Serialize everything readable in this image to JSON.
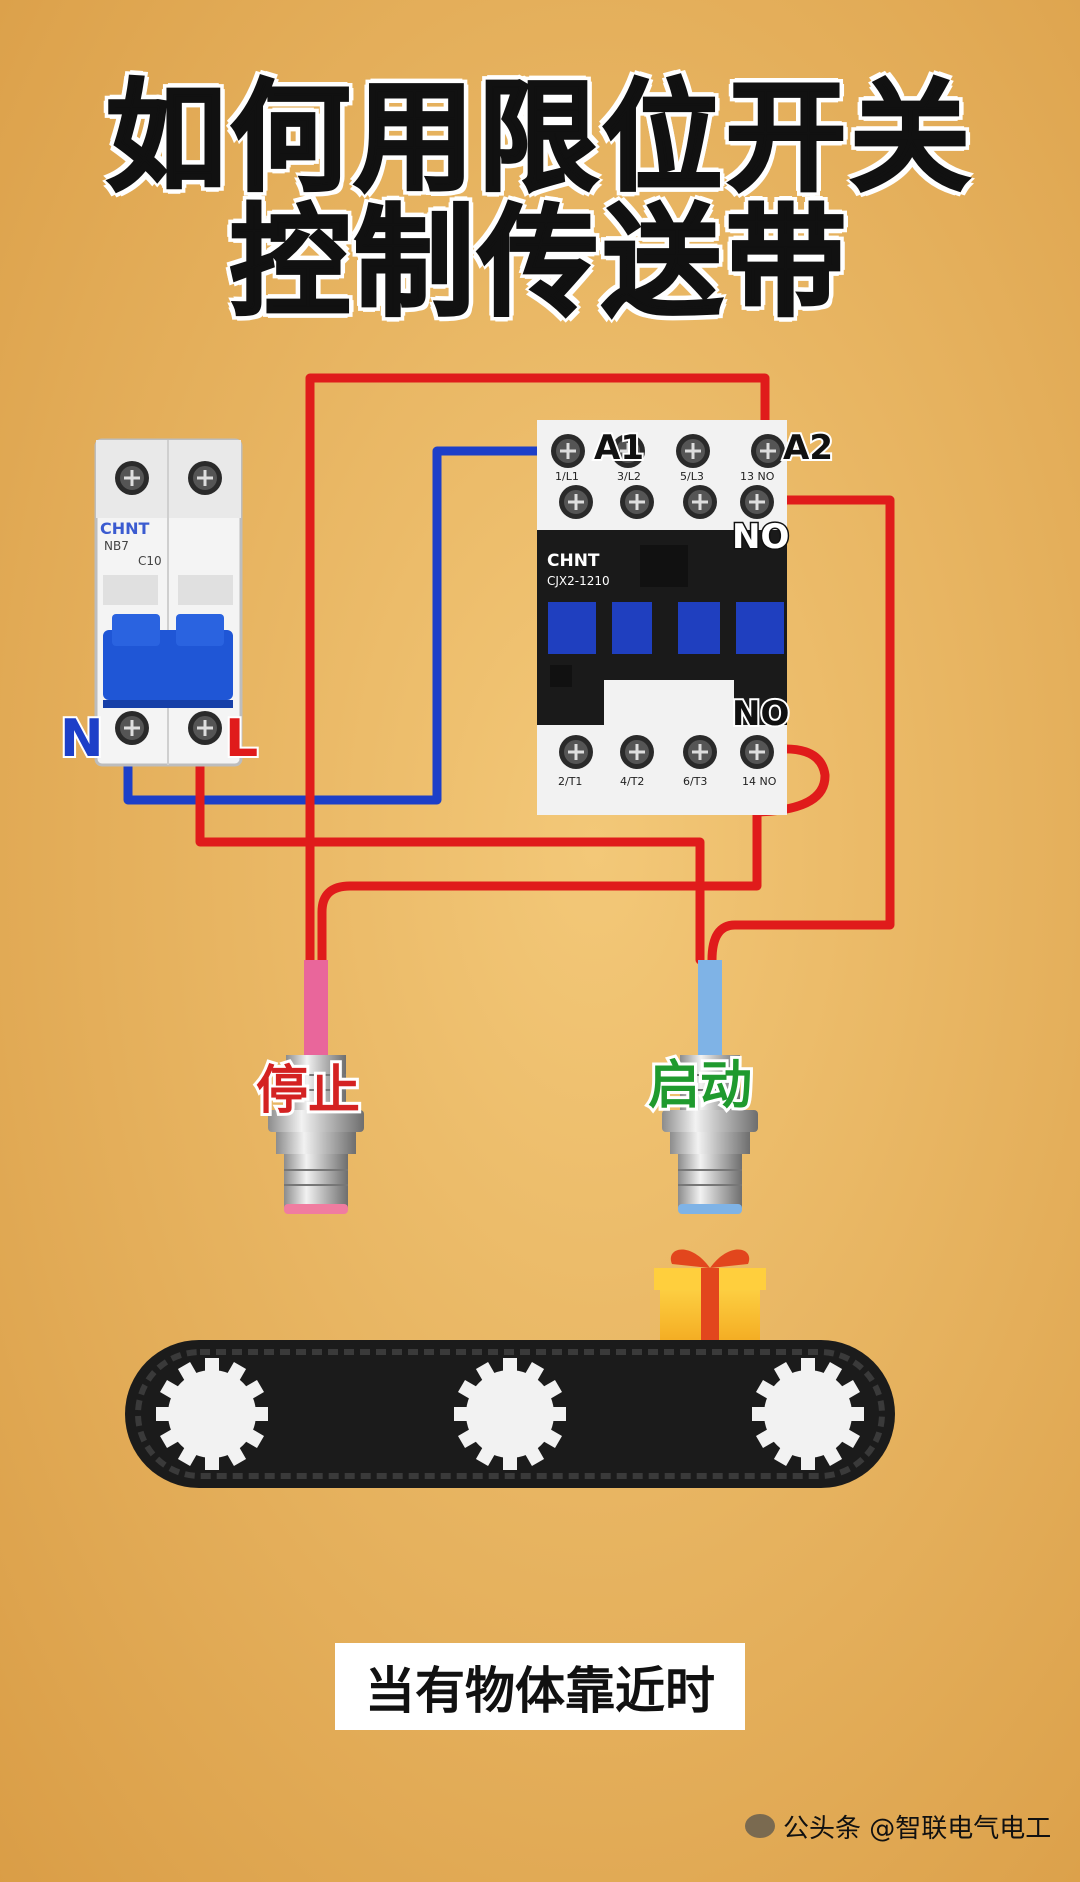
{
  "title": {
    "line1": "如何用限位开关",
    "line2": "控制传送带"
  },
  "breaker": {
    "brand": "CHNT",
    "model": "NB7",
    "rating": "C10",
    "label_n": "N",
    "label_l": "L"
  },
  "contactor": {
    "brand": "CHNT",
    "model": "CJX2-1210",
    "coil_a1": "A1",
    "coil_a2": "A2",
    "top_terminals": [
      "1/L1",
      "3/L2",
      "5/L3",
      "13 NO"
    ],
    "bottom_terminals": [
      "2/T1",
      "4/T2",
      "6/T3",
      "14 NO"
    ],
    "no_label_top": "NO",
    "no_label_bottom": "NO"
  },
  "sensors": {
    "stop_label": "停止",
    "start_label": "启动"
  },
  "caption": "当有物体靠近时",
  "watermark": "公头条 @智联电气电工",
  "colors": {
    "background": "#e8b45c",
    "wire_red": "#e01b1b",
    "wire_blue": "#1d3fc8",
    "stop_red": "#d42222",
    "start_green": "#1f9a2e"
  }
}
